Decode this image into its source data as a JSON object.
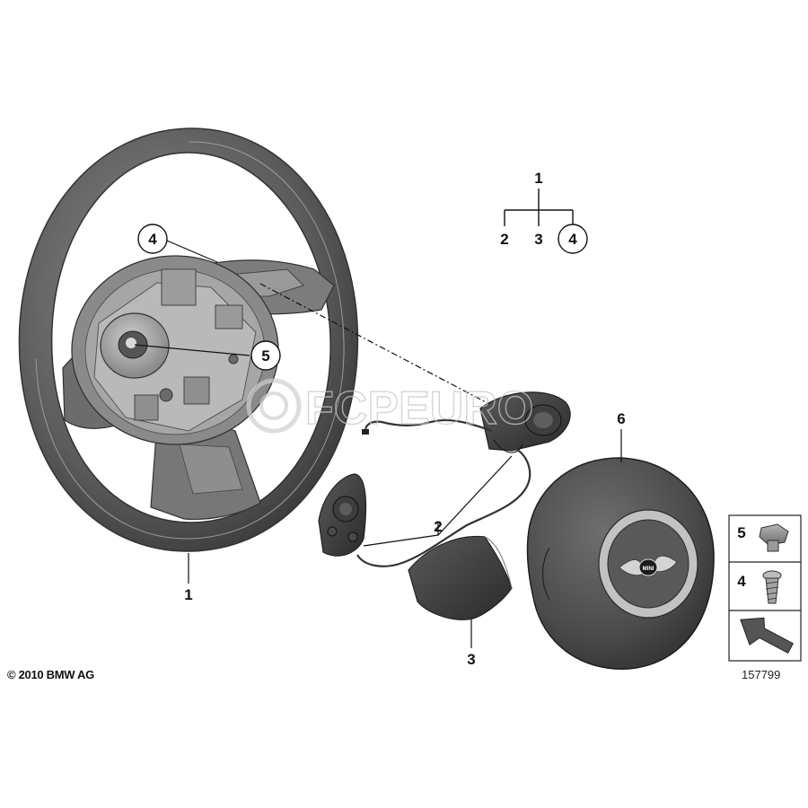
{
  "diagram": {
    "callouts": {
      "wheel": "1",
      "cable": "2",
      "trim_cover": "3",
      "wheel_screw": "4",
      "hub_bolt": "5",
      "airbag": "6"
    },
    "tree": {
      "root": "1",
      "children": [
        "2",
        "3",
        "4"
      ],
      "circled_child": "4"
    },
    "hardware_box": {
      "top_label": "5",
      "bottom_label": "4"
    },
    "airbag_emblem_text": "MINI",
    "copyright": "© 2010 BMW AG",
    "reference_number": "157799",
    "watermark": "FCPEURO"
  }
}
